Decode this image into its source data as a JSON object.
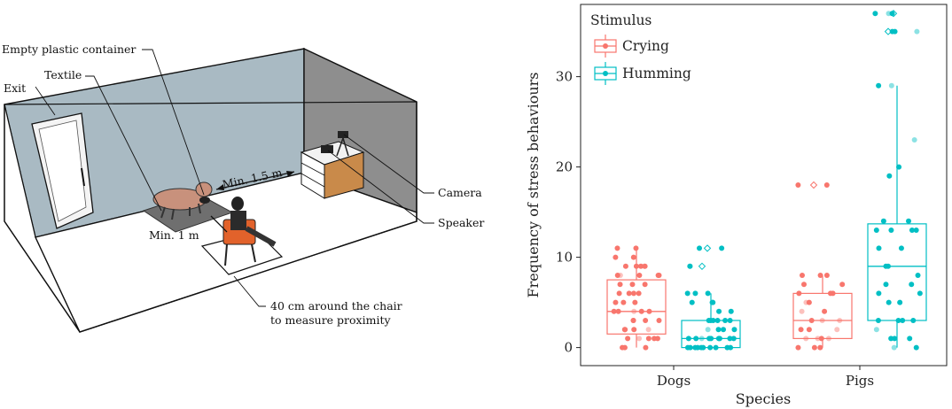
{
  "diagram": {
    "labels": {
      "container": "Empty plastic container",
      "textile": "Textile",
      "exit": "Exit",
      "min15": "Min. 1.5 m",
      "min1": "Min. 1 m",
      "camera": "Camera",
      "speaker": "Speaker",
      "chair_line1": "40 cm around the chair",
      "chair_line2": "to measure proximity"
    },
    "colors": {
      "wall": "#9eb0ba",
      "floor": "#ffffff",
      "cabinet": "#c98a4a",
      "chair": "#e0632a",
      "pig": "#c9907a",
      "mat": "#7a7a7a"
    }
  },
  "chart_data": {
    "type": "boxplot",
    "xlabel": "Species",
    "ylabel": "Frequency of stress behaviours",
    "categories": [
      "Dogs",
      "Pigs"
    ],
    "ylim": [
      -2,
      38
    ],
    "yticks": [
      0,
      10,
      20,
      30
    ],
    "legend": {
      "title": "Stimulus",
      "position": "top-left"
    },
    "series": [
      {
        "name": "Crying",
        "color": "#f8766d",
        "boxes": [
          {
            "category": "Dogs",
            "min": 0,
            "q1": 1.5,
            "median": 4,
            "q3": 7.5,
            "max": 11,
            "outliers": [],
            "points": [
              11,
              11,
              10,
              10,
              9,
              9,
              9,
              9,
              9,
              8,
              8,
              8,
              8,
              8,
              7,
              7,
              7,
              6,
              6,
              6,
              6,
              5,
              5,
              5,
              4,
              4,
              4,
              4,
              4,
              3,
              3,
              3,
              3,
              2,
              2,
              2,
              2,
              1,
              1,
              1,
              1,
              1,
              0,
              0,
              0
            ]
          },
          {
            "category": "Pigs",
            "min": 0,
            "q1": 1,
            "median": 3,
            "q3": 6,
            "max": 8,
            "outliers": [
              18
            ],
            "points": [
              18,
              18,
              8,
              8,
              8,
              7,
              7,
              6,
              6,
              6,
              5,
              5,
              4,
              4,
              3,
              3,
              3,
              2,
              2,
              2,
              1,
              1,
              1,
              1,
              0,
              0,
              0
            ]
          }
        ]
      },
      {
        "name": "Humming",
        "color": "#00bfc4",
        "boxes": [
          {
            "category": "Dogs",
            "min": 0,
            "q1": 0,
            "median": 1,
            "q3": 3,
            "max": 6,
            "outliers": [
              9,
              11
            ],
            "points": [
              11,
              11,
              9,
              9,
              6,
              6,
              6,
              5,
              5,
              5,
              4,
              4,
              3,
              3,
              3,
              3,
              3,
              3,
              2,
              2,
              2,
              2,
              1,
              1,
              1,
              1,
              1,
              1,
              1,
              1,
              1,
              0,
              0,
              0,
              0,
              0,
              0,
              0,
              0,
              0,
              0
            ]
          },
          {
            "category": "Pigs",
            "min": 0,
            "q1": 3,
            "median": 9,
            "q3": 13.7,
            "max": 29,
            "outliers": [
              35,
              37
            ],
            "points": [
              37,
              37,
              37,
              35,
              35,
              35,
              29,
              29,
              23,
              20,
              19,
              14,
              14,
              13,
              13,
              13,
              13,
              11,
              11,
              9,
              9,
              8,
              7,
              7,
              6,
              6,
              5,
              5,
              3,
              3,
              3,
              3,
              2,
              1,
              1,
              1,
              0,
              0
            ]
          }
        ]
      }
    ]
  }
}
